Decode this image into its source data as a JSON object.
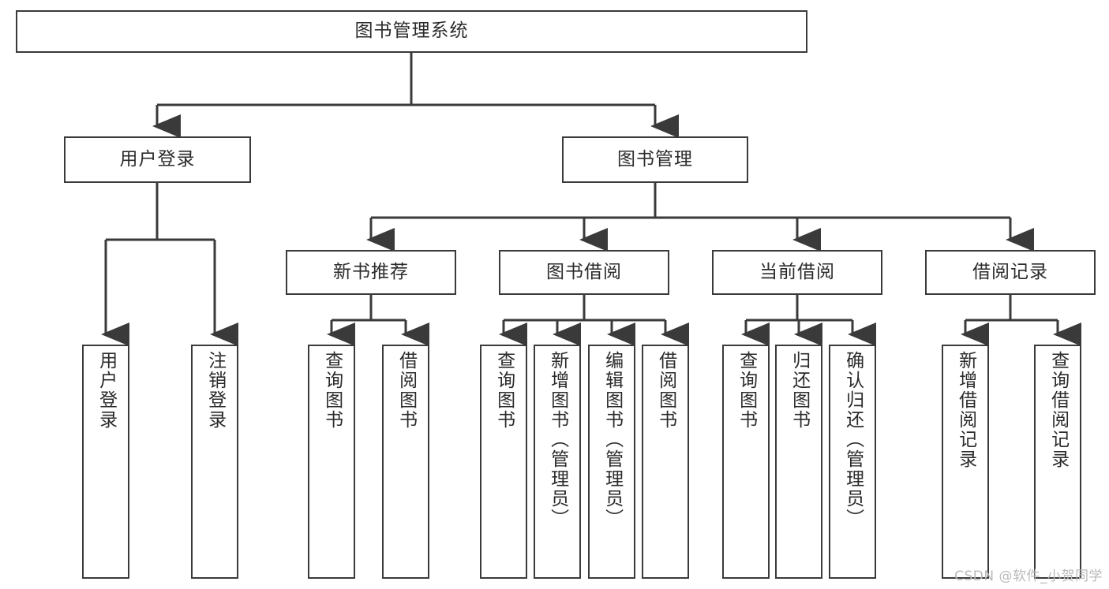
{
  "diagram": {
    "type": "tree-hierarchy-chart",
    "title": "图书管理系统",
    "watermark": "CSDN @软件_小贺同学",
    "colors": {
      "box_border": "#3a3a3a",
      "box_fill": "#ffffff",
      "text": "#2b2b2b",
      "connector": "#3a3a3a",
      "watermark": "#b9b9b9",
      "background": "#ffffff"
    },
    "root": {
      "id": "root",
      "label": "图书管理系统"
    },
    "level2": [
      {
        "id": "user-login",
        "label": "用户登录"
      },
      {
        "id": "book-management",
        "label": "图书管理"
      }
    ],
    "level3": [
      {
        "id": "new-book-recommend",
        "label": "新书推荐"
      },
      {
        "id": "book-borrow",
        "label": "图书借阅"
      },
      {
        "id": "current-borrow",
        "label": "当前借阅"
      },
      {
        "id": "borrow-record",
        "label": "借阅记录"
      }
    ],
    "leaves": {
      "user_login": [
        {
          "id": "leaf-user-login",
          "label": "用户登录"
        },
        {
          "id": "leaf-logout-login",
          "label": "注销登录"
        }
      ],
      "new_book_recommend": [
        {
          "id": "leaf-query-book-1",
          "label": "查询图书"
        },
        {
          "id": "leaf-borrow-book-1",
          "label": "借阅图书"
        }
      ],
      "book_borrow": [
        {
          "id": "leaf-query-book-2",
          "label": "查询图书"
        },
        {
          "id": "leaf-add-book",
          "label": "新增图书（管理员）"
        },
        {
          "id": "leaf-edit-book",
          "label": "编辑图书（管理员）"
        },
        {
          "id": "leaf-borrow-book-2",
          "label": "借阅图书"
        }
      ],
      "current_borrow": [
        {
          "id": "leaf-query-book-3",
          "label": "查询图书"
        },
        {
          "id": "leaf-return-book",
          "label": "归还图书"
        },
        {
          "id": "leaf-confirm-return",
          "label": "确认归还（管理员）"
        }
      ],
      "borrow_record": [
        {
          "id": "leaf-add-record",
          "label": "新增借阅记录"
        },
        {
          "id": "leaf-query-record",
          "label": "查询借阅记录"
        }
      ]
    }
  }
}
